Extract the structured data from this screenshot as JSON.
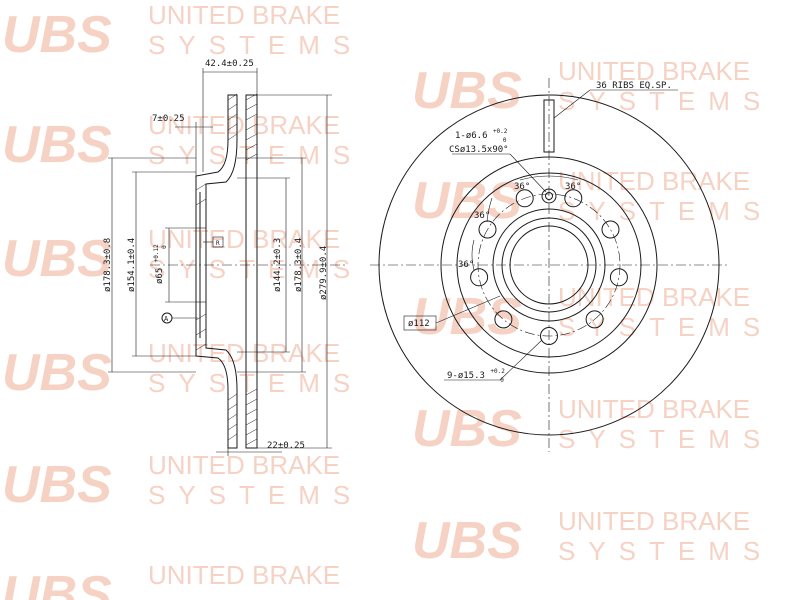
{
  "watermark": {
    "logo": "UBS",
    "line1": "UNITED BRAKE",
    "line2": "SYSTEMS",
    "color": "#f6d2c4"
  },
  "side_view": {
    "dims": {
      "overall_width": "42.4±0.25",
      "hat_thickness": "7±0.25",
      "disc_thickness": "22±0.25",
      "dia_outer": "ø279.9±0.4",
      "dia_hat_outer": "ø178.3±0.4",
      "dia_hat_inner": "ø144.2±0.3",
      "dia_mount_left": "ø178.3±0.8",
      "dia_mount_inner": "ø154.1±0.4",
      "dia_center_bore_base": "ø65",
      "dia_center_bore_tol": "+0.12",
      "dia_center_bore_tol2": "0"
    },
    "datum_label": "A",
    "flag_label": "R"
  },
  "front_view": {
    "ribs": "36 RIBS EQ.SP.",
    "hole_small_base": "1-ø6.6",
    "hole_small_tol": "+0.2",
    "hole_small_tol2": "0",
    "countersink": "CSø13.5x90°",
    "pcd": "ø112",
    "holes_base": "9-ø15.3",
    "holes_tol": "+0.2",
    "holes_tol2": "0",
    "angle": "36°"
  }
}
